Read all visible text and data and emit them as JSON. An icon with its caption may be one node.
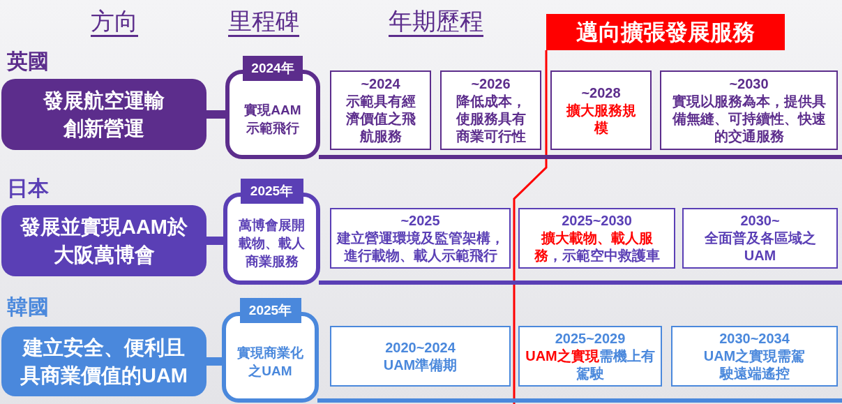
{
  "diagram": {
    "nodes": [
      {
        "text": [
          "邁向擴張發展服務"
        ]
      },
      {
        "text": [
          "發展航空運輸創新營運"
        ],
        "beside": [
          "英國"
        ]
      },
      {
        "text": [
          "2024年",
          "實現AAM示範飛行"
        ]
      },
      {
        "text": [
          "~2024",
          "示範具有經濟價值之飛航服務"
        ]
      },
      {
        "text": [
          "~2026",
          "降低成本，使服務具有商業可行性"
        ]
      },
      {
        "text": [
          "~2028",
          "**擴大服務規模**"
        ]
      },
      {
        "text": [
          "~2030",
          "實現以服務為本，提供具備無縫、可持續性、快速的交通服務"
        ]
      },
      {
        "text": [
          "發展並實現AAM於大阪萬博會"
        ],
        "beside": [
          "日本"
        ]
      },
      {
        "text": [
          "2025年",
          "萬博會展開載物、載人商業服務"
        ]
      },
      {
        "text": [
          "~2025",
          "建立營運環境及監管架構，進行載物、載人示範飛行"
        ]
      },
      {
        "text": [
          "2025~2030",
          "**擴大載物、載人服務**，示範空中救護車"
        ]
      },
      {
        "text": [
          "2030~",
          "全面普及各區域之UAM"
        ]
      },
      {
        "text": [
          "建立安全、便利且具商業價值的UAM"
        ],
        "beside": [
          "韓國"
        ]
      },
      {
        "text": [
          "2025年",
          "實現商業化之UAM"
        ]
      },
      {
        "text": [
          "2020~2024",
          "UAM準備期"
        ]
      },
      {
        "text": [
          "2025~2029",
          "**UAM之實現**需機上有駕駛"
        ]
      },
      {
        "text": [
          "2030~2034",
          "UAM之實現需駕駛遠端遙控"
        ]
      }
    ],
    "edges": [
      {
        "from": 1,
        "to": 2,
        "arrow": "none"
      },
      {
        "from": 7,
        "to": 8,
        "arrow": "none"
      },
      {
        "from": 12,
        "to": 13,
        "arrow": "none",
        "color": "#4a88dc"
      }
    ],
    "labels": [
      "方向",
      "里程碑",
      "年期歷程"
    ]
  }
}
